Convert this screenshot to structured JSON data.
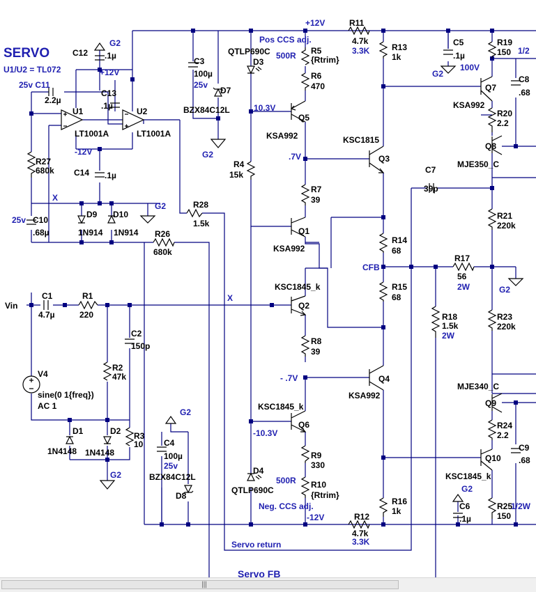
{
  "title": "SERVO",
  "subtitle": "U1/U2 = TL072",
  "labels": {
    "C12_name": "C12",
    "C12_val": ".1µ",
    "G2_top": "G2",
    "v12_left": "+12V",
    "v25_c11": "25v C11",
    "C11_val": "2.2µ",
    "C13_name": "C13",
    "C13_val": ".1µ",
    "U1": "U1",
    "U2": "U2",
    "U1_type": "LT1001A",
    "U2_type": "LT1001A",
    "vneg12_left": "-12V",
    "R27_name": "R27",
    "R27_val": "680k",
    "C14_name": "C14",
    "C14_val": ".1µ",
    "X_left": "X",
    "G2_d9": "G2",
    "v25_c10": "25v",
    "C10_name": "C10",
    "C10_val": ".68µ",
    "D9": "D9",
    "D10": "D10",
    "D9_type": "1N914",
    "D10_type": "1N914",
    "R26_name": "R26",
    "R26_val": "680k",
    "R28_name": "R28",
    "R28_val": "1.5k",
    "X_mid": "X",
    "Vin": "Vin",
    "C1_name": "C1",
    "C1_val": "4.7µ",
    "R1_name": "R1",
    "R1_val": "220",
    "C2_name": "C2",
    "C2_val": "150p",
    "R2_name": "R2",
    "R2_val": "47k",
    "V4_name": "V4",
    "V4_val1": "sine(0 1{freq})",
    "V4_val2": "AC 1",
    "D1": "D1",
    "D2": "D2",
    "D1_type": "1N4148",
    "D2_type": "1N4148",
    "R3_name": "R3",
    "R3_val": "10",
    "G2_bottom_left": "G2",
    "G2_c4": "G2",
    "C4_name": "C4",
    "C4_val": "100µ",
    "v25_c4": "25v",
    "D8_type": "BZX84C12L",
    "D8": "D8",
    "C3_name": "C3",
    "C3_val": "100µ",
    "v25_c3": "25v",
    "D7": "D7",
    "D7_type": "BZX84C12L",
    "G2_c3": "G2",
    "QTLP_top": "QTLP690C",
    "D3": "D3",
    "QTLP_bot": "QTLP690C",
    "D4": "D4",
    "R4_name": "R4",
    "R4_val": "15k",
    "pos_ccs": "Pos CCS adj.",
    "neg_ccs": "Neg. CCS adj.",
    "v12_top": "+12V",
    "vneg12_bot": "-12V",
    "R5_name": "R5",
    "R5_val": "{Rtrim}",
    "R5_500": "500R",
    "R6_name": "R6",
    "R6_val": "470",
    "v103": "10.3V",
    "Q5": "Q5",
    "Q5_type": "KSA992",
    "v07p": ".7V",
    "R7_name": "R7",
    "R7_val": "39",
    "Q1": "Q1",
    "Q1_type": "KSA992",
    "Q2_type": "KSC1845_k",
    "Q2": "Q2",
    "R8_name": "R8",
    "R8_val": "39",
    "v07n": "- .7V",
    "Q6_type": "KSC1845_k",
    "Q6": "Q6",
    "vneg103": "-10.3V",
    "R9_name": "R9",
    "R9_val": "330",
    "R10_name": "R10",
    "R10_val": "{Rtrim}",
    "R10_500": "500R",
    "R11_name": "R11",
    "R11_val": "4.7k",
    "R11_val2": "3.3K",
    "R12_name": "R12",
    "R12_val": "4.7k",
    "R12_val2": "3.3K",
    "R13_name": "R13",
    "R13_val": "1k",
    "Q3": "Q3",
    "Q3_type": "KSC1815",
    "R14_name": "R14",
    "R14_val": "68",
    "CFB": "CFB",
    "R15_name": "R15",
    "R15_val": "68",
    "Q4": "Q4",
    "Q4_type": "KSA992",
    "R16_name": "R16",
    "R16_val": "1k",
    "servo_return": "Servo return",
    "servo_fb": "Servo FB",
    "C5_name": "C5",
    "C5_val": ".1µ",
    "v100": "100V",
    "G2_c5": "G2",
    "R19_name": "R19",
    "R19_val": "150",
    "R19_pw": "1/2",
    "C8_name": "C8",
    "C8_val": ".68",
    "Q7": "Q7",
    "Q7_type": "KSA992",
    "R20_name": "R20",
    "R20_val": "2.2",
    "Q8": "Q8",
    "Q8_type": "MJE350_C",
    "C7_name": "C7",
    "C7_val": "39p",
    "R21_name": "R21",
    "R21_val": "220k",
    "R17_name": "R17",
    "R17_val": "56",
    "R17_pw": "2W",
    "G2_r17": "G2",
    "R18_name": "R18",
    "R18_val": "1.5k",
    "R18_pw": "2W",
    "R23_name": "R23",
    "R23_val": "220k",
    "Q9_type": "MJE340_C",
    "Q9": "Q9",
    "R24_name": "R24",
    "R24_val": "2.2",
    "C9_name": "C9",
    "C9_val": ".68",
    "Q10": "Q10",
    "Q10_type": "KSC1845_k",
    "G2_c6": "G2",
    "C6_name": "C6",
    "C6_val": ".1µ",
    "R25_name": "R25",
    "R25_pw": "1/2W",
    "R25_val": "150"
  },
  "colors": {
    "wire": "#000080",
    "component": "#000000",
    "label_blue": "#1f1fb0",
    "background": "#ffffff"
  },
  "scrollbar": {
    "grip": "|||"
  }
}
